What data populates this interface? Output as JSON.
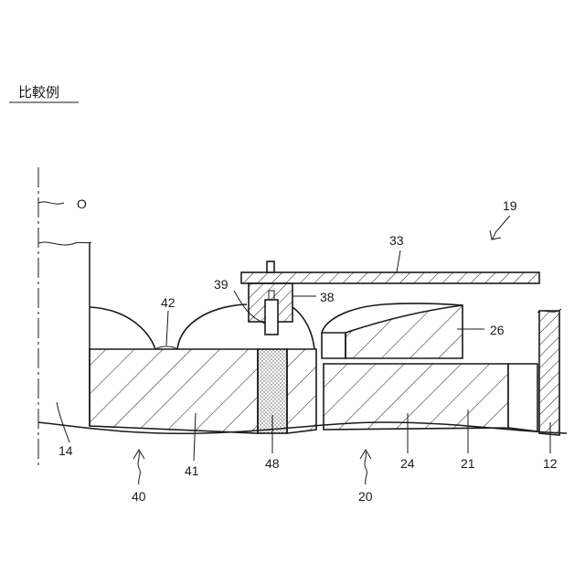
{
  "title": "比較例",
  "axis_label": "O",
  "refs": {
    "r19": "19",
    "r33": "33",
    "r39": "39",
    "r38": "38",
    "r42": "42",
    "r26": "26",
    "r14": "14",
    "r41": "41",
    "r48": "48",
    "r24": "24",
    "r21": "21",
    "r12": "12",
    "r40": "40",
    "r20": "20"
  },
  "colors": {
    "line": "#1a1a1a",
    "background": "#ffffff",
    "dots": "#555555"
  }
}
